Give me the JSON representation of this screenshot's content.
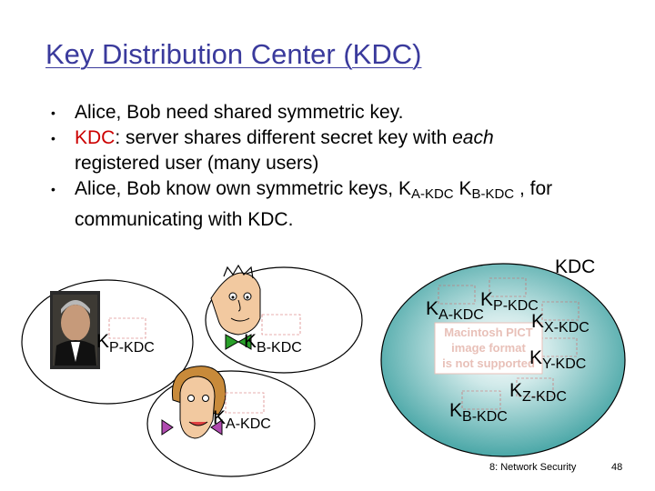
{
  "slide": {
    "title": "Key Distribution Center (KDC)",
    "footer": "8: Network Security",
    "page_number": "48"
  },
  "bullets": {
    "b1": "Alice, Bob need shared symmetric key.",
    "b2_kdc": "KDC",
    "b2_rest": ": server shares different secret key with ",
    "b2_each": "each",
    "b2_cont": "registered user (many users)",
    "b3_pre": "Alice, Bob know own symmetric keys, K",
    "b3_sub1": "A-KDC",
    "b3_k2": " K",
    "b3_sub2": "B-KDC",
    "b3_post": " , for",
    "b3_cont": "communicating with KDC."
  },
  "diagram": {
    "kdc_label": "KDC",
    "pict_placeholder": [
      "Macintosh PICT",
      "image format",
      "is not supported"
    ],
    "keys": {
      "k": "K",
      "p": "P-KDC",
      "b": "B-KDC",
      "a": "A-KDC",
      "x": "X-KDC",
      "y": "Y-KDC",
      "z": "Z-KDC"
    }
  },
  "colors": {
    "title": "#3a3a9c",
    "kdc_highlight": "#cc0000",
    "kdc_fill": "#4aa7a7",
    "kdc_fill_light": "#ffffff"
  }
}
